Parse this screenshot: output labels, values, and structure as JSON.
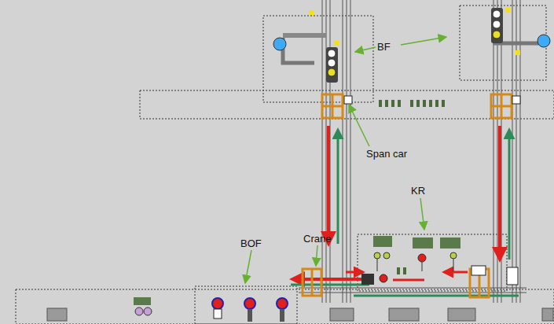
{
  "diagram": {
    "labels": [
      "BF",
      "Span car",
      "KR",
      "Crane",
      "BOF"
    ]
  }
}
